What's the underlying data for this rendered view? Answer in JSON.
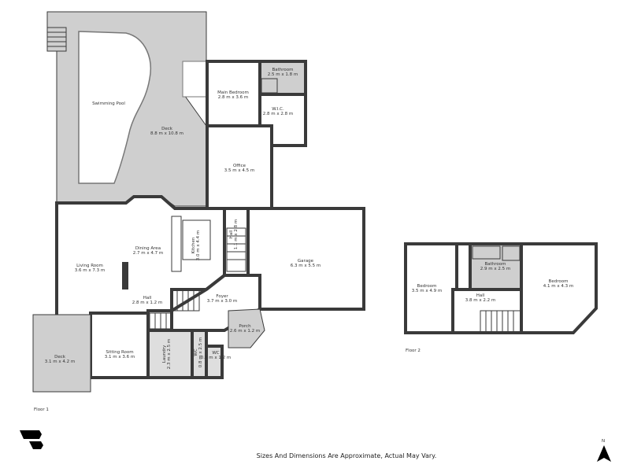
{
  "floor1": {
    "label": "Floor 1",
    "rooms": {
      "swimming_pool": {
        "name": "Swimming Pool"
      },
      "deck_top": {
        "name": "Deck",
        "dims": "8.8 m x 10.8 m"
      },
      "main_bedroom": {
        "name": "Main Bedroom",
        "dims": "2.8 m x 3.6 m"
      },
      "bathroom": {
        "name": "Bathroom",
        "dims": "2.5 m x 1.8 m"
      },
      "wic": {
        "name": "W.I.C.",
        "dims": "2.8 m x 2.8 m"
      },
      "office": {
        "name": "Office",
        "dims": "3.5 m x 4.5 m"
      },
      "dining": {
        "name": "Dining Area",
        "dims": "2.7 m x 4.7 m"
      },
      "kitchen": {
        "name": "Kitchen",
        "dims": "3.0 m x 4.4 m"
      },
      "hall_upper": {
        "name": "Hall",
        "dims": "1.1 m x 2.8 m"
      },
      "garage": {
        "name": "Garage",
        "dims": "6.3 m x 5.5 m"
      },
      "living": {
        "name": "Living Room",
        "dims": "3.6 m x 7.3 m"
      },
      "hall_lower": {
        "name": "Hall",
        "dims": "2.8 m x 1.2 m"
      },
      "foyer": {
        "name": "Foyer",
        "dims": "3.7 m x 3.0 m"
      },
      "porch": {
        "name": "Porch",
        "dims": "2.6 m x 1.2 m"
      },
      "deck_lower": {
        "name": "Deck",
        "dims": "3.1 m x 4.2 m"
      },
      "sitting": {
        "name": "Sitting Room",
        "dims": "3.1 m x 3.6 m"
      },
      "laundry": {
        "name": "Laundry",
        "dims": "2.3 m x 2.5 m"
      },
      "wc1": {
        "name": "WC",
        "dims": "0.8 m x 2.5 m"
      },
      "wc2": {
        "name": "WC",
        "dims": "0.8 m x 1.2 m"
      }
    }
  },
  "floor2": {
    "label": "Floor 2",
    "rooms": {
      "bedroom_left": {
        "name": "Bedroom",
        "dims": "3.5 m x 4.9 m"
      },
      "bathroom": {
        "name": "Bathroom",
        "dims": "2.9 m x 2.5 m"
      },
      "hall": {
        "name": "Hall",
        "dims": "3.8 m x 2.2 m"
      },
      "bedroom_right": {
        "name": "Bedroom",
        "dims": "4.1 m x 4.3 m"
      }
    }
  },
  "compass": {
    "label": "N",
    "icon": "north-arrow-icon"
  },
  "logo": {
    "icon": "brand-logo-icon"
  },
  "footer": {
    "disclaimer": "Sizes And Dimensions Are Approximate, Actual May Vary."
  },
  "colors": {
    "wall": "#3a3a3a",
    "outdoor": "#cfcfcf"
  }
}
